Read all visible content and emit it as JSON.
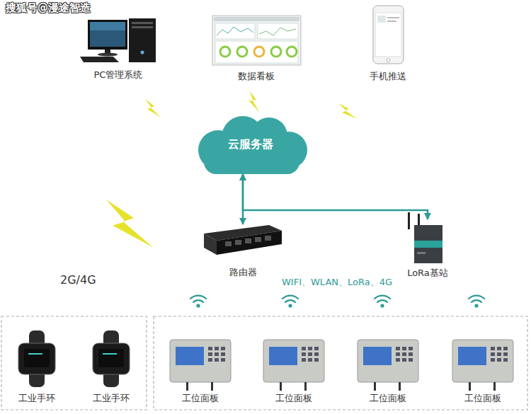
{
  "diagram": {
    "nodes": [
      {
        "text": [
          "PC管理系统"
        ]
      },
      {
        "text": [
          "数据看板"
        ]
      },
      {
        "text": [
          "手机推送"
        ]
      },
      {
        "text": [
          "云服务器"
        ]
      },
      {
        "text": [
          "路由器"
        ]
      },
      {
        "text": [
          "LoRa基站"
        ]
      },
      {
        "text": [
          "工业手环"
        ]
      },
      {
        "text": [
          "工业手环"
        ]
      },
      {
        "text": [
          "工位面板"
        ]
      },
      {
        "text": [
          "工位面板"
        ]
      },
      {
        "text": [
          "工位面板"
        ]
      },
      {
        "text": [
          "工位面板"
        ]
      }
    ],
    "edges": [
      {
        "from": 3,
        "to": 4,
        "arrow": "both"
      },
      {
        "from": 3,
        "to": 5,
        "arrow": "both"
      }
    ],
    "labels": [
      "搜狐号@漫途智造",
      "2G/4G",
      "WIFI、WLAN、LoRa、4G"
    ]
  }
}
